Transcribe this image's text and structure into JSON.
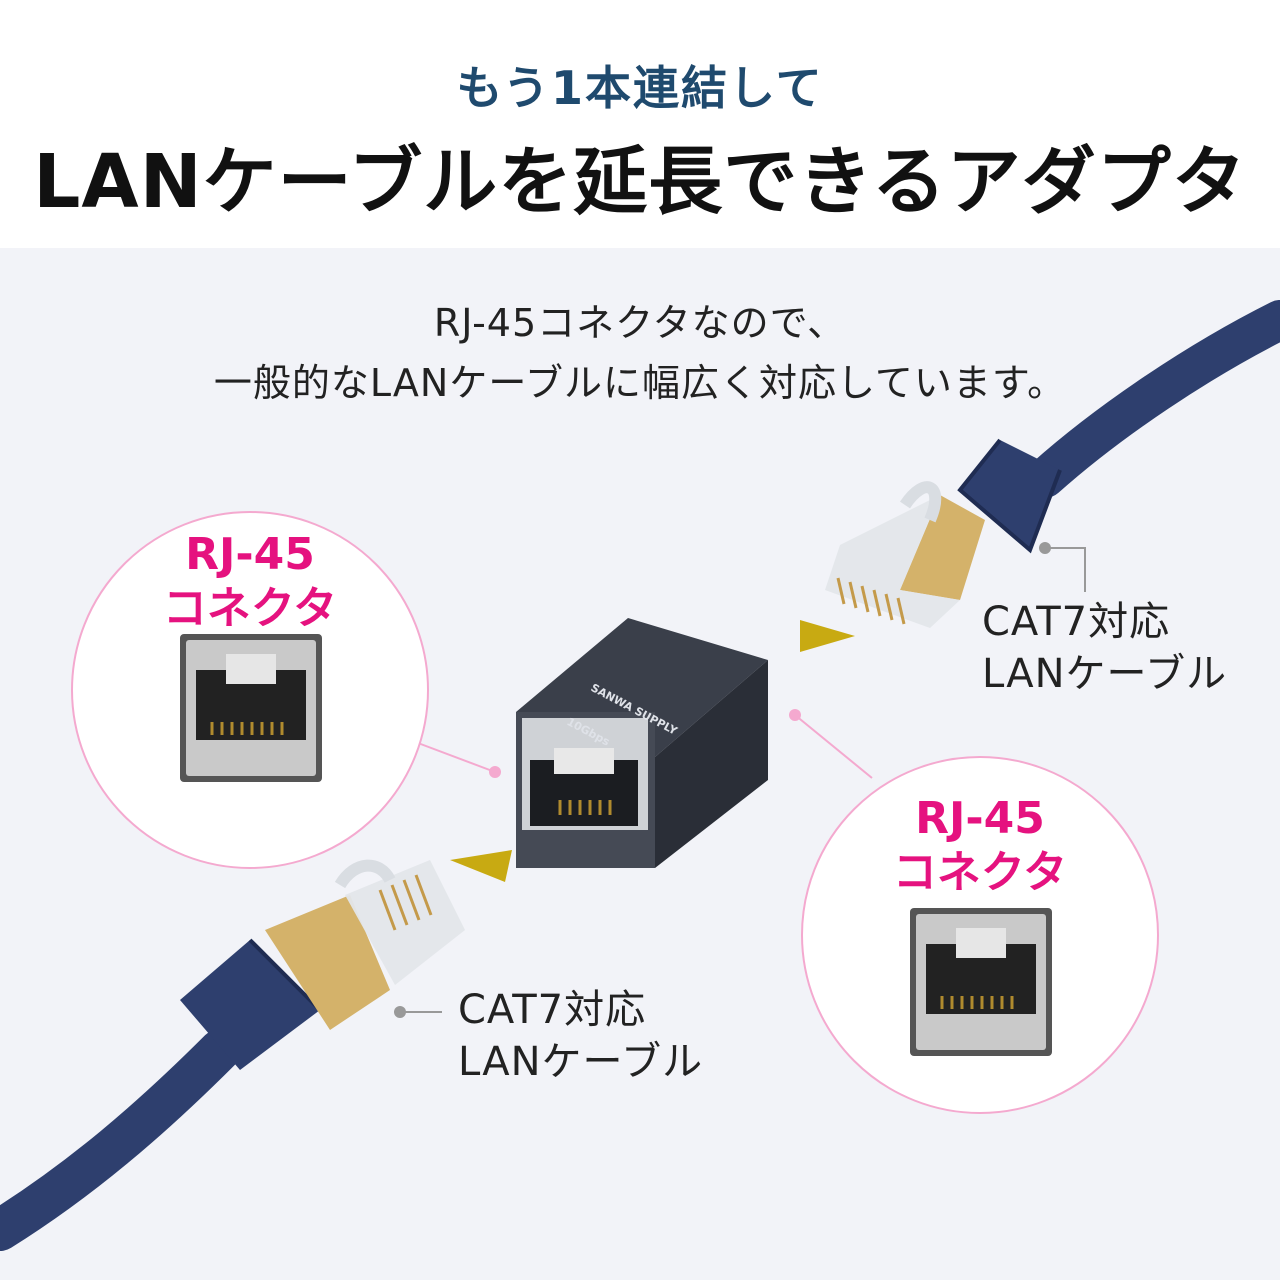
{
  "header": {
    "subtitle": "もう1本連結して",
    "title": "LANケーブルを延長できるアダプタ"
  },
  "description": {
    "line1": "RJ-45コネクタなので、",
    "line2": "一般的なLANケーブルに幅広く対応しています。"
  },
  "callouts": {
    "left": {
      "line1": "RJ-45",
      "line2": "コネクタ"
    },
    "right": {
      "line1": "RJ-45",
      "line2": "コネクタ"
    }
  },
  "cable_labels": {
    "top": {
      "line1": "CAT7対応",
      "line2": "LANケーブル"
    },
    "bottom": {
      "line1": "CAT7対応",
      "line2": "LANケーブル"
    }
  },
  "adapter": {
    "brand": "SANWA SUPPLY",
    "speed": "10Gbps"
  },
  "colors": {
    "title_blue": "#1f4a6e",
    "accent_pink": "#e5127f",
    "arrow_gold": "#c8aa12",
    "cable_navy": "#2e3f6e",
    "plug_gold": "#d4b26a",
    "panel_bg": "#f2f3f8"
  }
}
